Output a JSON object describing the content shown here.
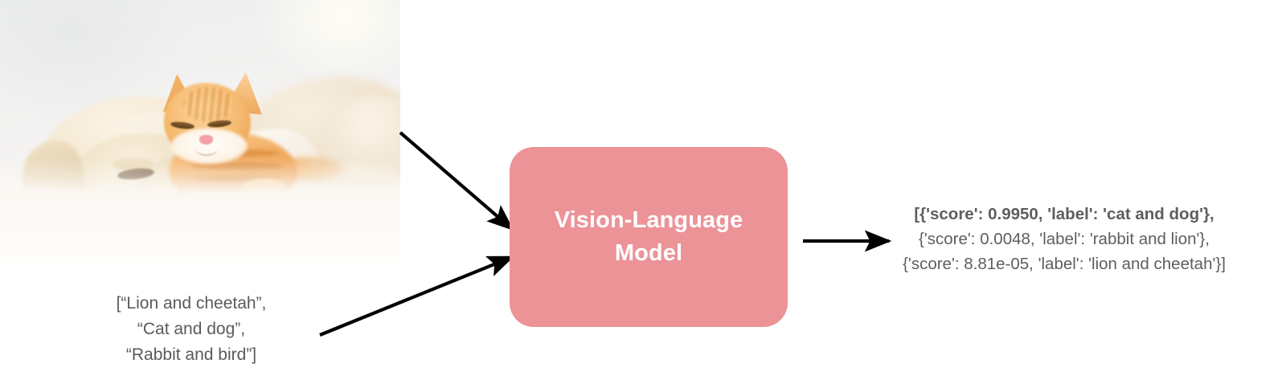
{
  "diagram": {
    "title": "Vision-Language Model zero-shot classification pipeline",
    "accent_color": "#ec9398",
    "text_color": "#5d5e60",
    "arrow_color": "#000000"
  },
  "input_image": {
    "alt": "Photo of a sleeping golden puppy and an orange tabby kitten cuddling on a white blanket",
    "subjects": [
      "puppy",
      "kitten"
    ]
  },
  "prompt_input": {
    "lines": [
      "[“Lion and cheetah”,",
      "“Cat and dog”,",
      "“Rabbit and bird”]"
    ]
  },
  "model": {
    "name_line_1": "Vision-Language",
    "name_line_2": "Model"
  },
  "output": {
    "lines": [
      "[{'score': 0.9950, 'label': 'cat and dog'},",
      "{'score': 0.0048, 'label': 'rabbit and lion'},",
      "{'score': 8.81e-05, 'label': 'lion and cheetah'}]"
    ],
    "predictions": [
      {
        "score": "0.9950",
        "label": "cat and dog"
      },
      {
        "score": "0.0048",
        "label": "rabbit and lion"
      },
      {
        "score": "8.81e-05",
        "label": "lion and cheetah"
      }
    ]
  },
  "arrows": {
    "image_to_model": "arrow-image-to-model",
    "prompt_to_model": "arrow-prompt-to-model",
    "model_to_output": "arrow-model-to-output"
  }
}
